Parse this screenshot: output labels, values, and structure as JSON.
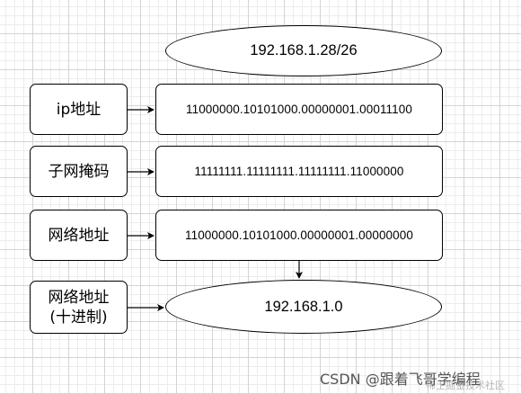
{
  "top_ellipse": {
    "text": "192.168.1.28/26"
  },
  "rows": [
    {
      "label": "ip地址",
      "value": "11000000.10101000.00000001.00011100"
    },
    {
      "label": "子网掩码",
      "value": "11111111.11111111.11111111.11000000"
    },
    {
      "label": "网络地址",
      "value": "11000000.10101000.00000001.00000000"
    }
  ],
  "decimal_row": {
    "label_line1": "网络地址",
    "label_line2": "(十进制)",
    "value": "192.168.1.0"
  },
  "watermark": {
    "text": "CSDN @跟着飞哥学编程",
    "sub": "稀土掘金技术社区"
  },
  "colors": {
    "stroke": "#000000",
    "box_fill": "#ffffff",
    "grid": "#d4d4d4"
  }
}
